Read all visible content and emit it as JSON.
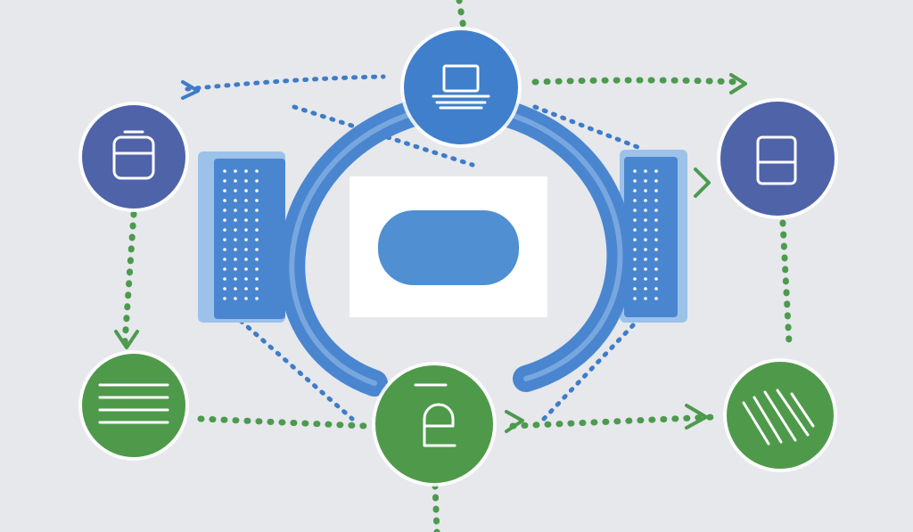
{
  "colors": {
    "background": "#e6e8ec",
    "panel": "#eceef1",
    "ring_blue": "#4a86d0",
    "ring_blue_light": "#9cc2ea",
    "node_blue": "#3f7fcc",
    "node_indigo": "#4f63a9",
    "node_green": "#4e9a4a",
    "connector_blue": "#3e7cc8",
    "connector_green": "#4d9a4e",
    "center_card": "#ffffff",
    "center_pill": "#4f8fd2",
    "icon_stroke": "#ffffff"
  },
  "nodes": [
    {
      "id": "top-center",
      "icon": "laptop-icon",
      "color": "node_blue"
    },
    {
      "id": "top-left",
      "icon": "storage-icon",
      "color": "node_indigo"
    },
    {
      "id": "top-right",
      "icon": "tablet-icon",
      "color": "node_indigo"
    },
    {
      "id": "bottom-left",
      "icon": "list-icon",
      "color": "node_green"
    },
    {
      "id": "bottom-center",
      "icon": "document-icon",
      "color": "node_green"
    },
    {
      "id": "bottom-right",
      "icon": "hatch-icon",
      "color": "node_green"
    }
  ],
  "servers": [
    {
      "id": "left",
      "icon": "server-rack-icon"
    },
    {
      "id": "right",
      "icon": "server-rack-icon"
    }
  ],
  "center": {
    "icon": "pill-icon"
  }
}
